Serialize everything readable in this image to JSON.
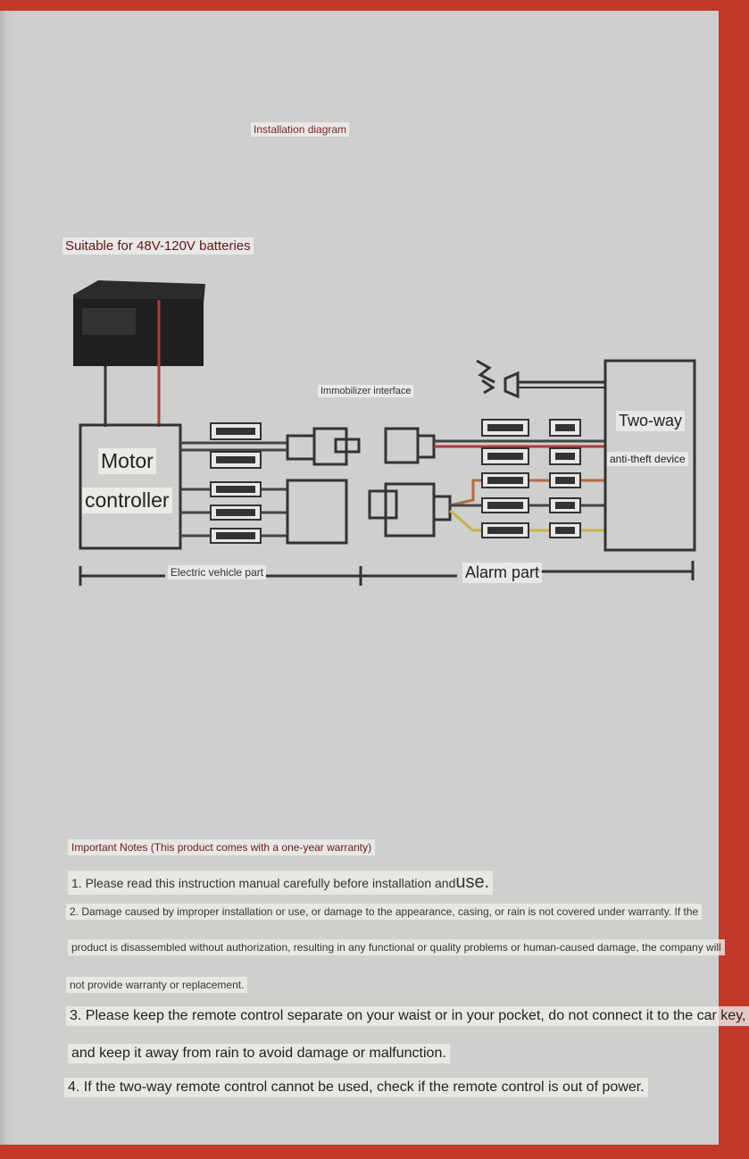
{
  "title": "Installation diagram",
  "suitable": "Suitable for 48V-120V batteries",
  "immobilizer": "Immobilizer interface",
  "motor_controller": {
    "line1": "Motor",
    "line2": "controller"
  },
  "antitheft": {
    "line1": "Two-way",
    "line2": "anti-theft device"
  },
  "parts": {
    "ev": "Electric vehicle part",
    "alarm": "Alarm part"
  },
  "notes": {
    "heading": "Important Notes (This product comes with a one-year warranty)",
    "n1_main": "1. Please read this instruction manual carefully before installation and",
    "n1_end": "use.",
    "n2_line1": "2. Damage caused by improper installation or use, or damage to the appearance, casing, or rain is not covered under warranty. If the",
    "n2_line2": "product is disassembled without authorization, resulting in any functional or quality problems or human-caused damage, the company will",
    "n2_line3": "not provide warranty or replacement.",
    "n3_line1": "3. Please keep the remote control separate on your waist or in your pocket, do not connect it to the car key,",
    "n3_line2": "and keep it away from rain to avoid damage or malfunction.",
    "n4": "4. If the two-way remote control cannot be used, check if the remote control is out of power."
  },
  "colors": {
    "page": "#cfcfcd",
    "border": "#c0392b",
    "wire_red": "#b03a3a",
    "wire_yellow": "#c9b24a"
  }
}
